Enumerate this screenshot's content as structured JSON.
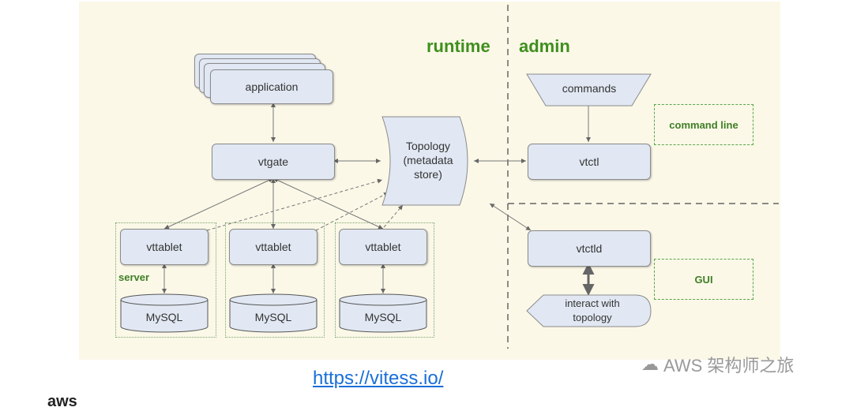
{
  "headings": {
    "runtime": "runtime",
    "admin": "admin"
  },
  "nodes": {
    "application": "application",
    "vtgate": "vtgate",
    "topology": [
      "Topology",
      "(metadata",
      "store)"
    ],
    "vttablet": [
      "vttablet",
      "vttablet",
      "vttablet"
    ],
    "mysql": [
      "MySQL",
      "MySQL",
      "MySQL"
    ],
    "commands": "commands",
    "vtctl": "vtctl",
    "vtctld": "vtctld",
    "interact": [
      "interact with",
      "topology"
    ]
  },
  "labels": {
    "server": "server",
    "command_line": "command line",
    "gui": "GUI"
  },
  "footer": {
    "url": "https://vitess.io/",
    "watermark": "AWS 架构师之旅",
    "logo_partial": "aws"
  },
  "colors": {
    "box_fill": "#e1e8f3",
    "canvas_bg": "#fbf8e8",
    "green": "#3f8f1e",
    "link": "#1a6fd8"
  }
}
